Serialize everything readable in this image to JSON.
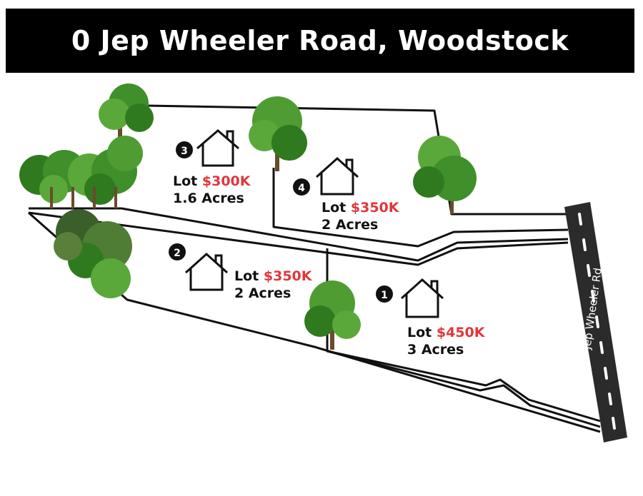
{
  "title": "0 Jep Wheeler Road, Woodstock",
  "road": {
    "name": "Jep Wheeler Rd"
  },
  "colors": {
    "title_bg": "#000000",
    "title_text": "#ffffff",
    "price": "#e0373c",
    "road": "#2b2b2b",
    "tree_dark": "#2f7a1f",
    "tree_light": "#5aa83a"
  },
  "lots": [
    {
      "number": "1",
      "prefix": "Lot",
      "price": "$450K",
      "size": "3 Acres",
      "icon": "house-icon"
    },
    {
      "number": "2",
      "prefix": "Lot",
      "price": "$350K",
      "size": "2 Acres",
      "icon": "house-icon"
    },
    {
      "number": "3",
      "prefix": "Lot",
      "price": "$300K",
      "size": "1.6 Acres",
      "icon": "house-icon"
    },
    {
      "number": "4",
      "prefix": "Lot",
      "price": "$350K",
      "size": "2 Acres",
      "icon": "house-icon"
    }
  ]
}
